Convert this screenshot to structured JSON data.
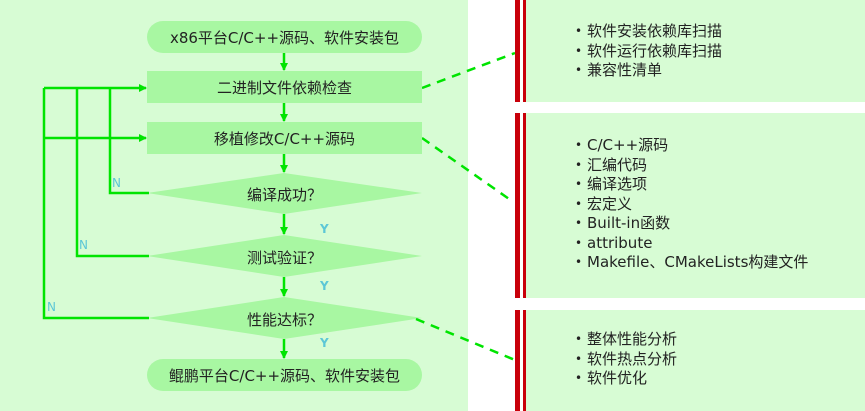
{
  "flowchart": {
    "start": "x86平台C/C++源码、软件安装包",
    "step1": "二进制文件依赖检查",
    "step2": "移植修改C/C++源码",
    "decision1": "编译成功？",
    "decision2": "测试验证？",
    "decision3": "性能达标？",
    "end": "鲲鹏平台C/C++源码、软件安装包",
    "yes_label": "Y",
    "no_label": "N"
  },
  "panels": [
    {
      "items": [
        "软件安装依赖库扫描",
        "软件运行依赖库扫描",
        "兼容性清单"
      ]
    },
    {
      "items": [
        "C/C++源码",
        "汇编代码",
        "编译选项",
        "宏定义",
        "Built-in函数",
        "attribute",
        "Makefile、CMakeLists构建文件"
      ]
    },
    {
      "items": [
        "整体性能分析",
        "软件热点分析",
        "软件优化"
      ]
    }
  ],
  "colors": {
    "flow_line": "#00e400",
    "node_fill": "#a8f7a2",
    "background": "#d7fcd4",
    "accent_bar": "#c8000a",
    "yn_label": "#5cc7d6"
  }
}
